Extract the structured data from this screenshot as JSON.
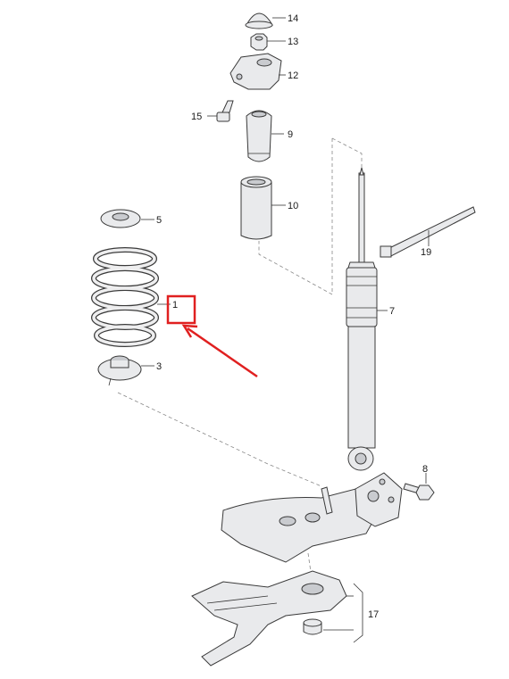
{
  "callouts": {
    "p1": "1",
    "p3": "3",
    "p5": "5",
    "p7": "7",
    "p8": "8",
    "p9": "9",
    "p10": "10",
    "p12": "12",
    "p13": "13",
    "p14": "14",
    "p15": "15",
    "p17": "17",
    "p19": "19"
  },
  "highlight": {
    "target_part": "1",
    "color": "#e02020"
  },
  "colors": {
    "part_fill": "#e9eaec",
    "outline": "#3a3a3a"
  }
}
